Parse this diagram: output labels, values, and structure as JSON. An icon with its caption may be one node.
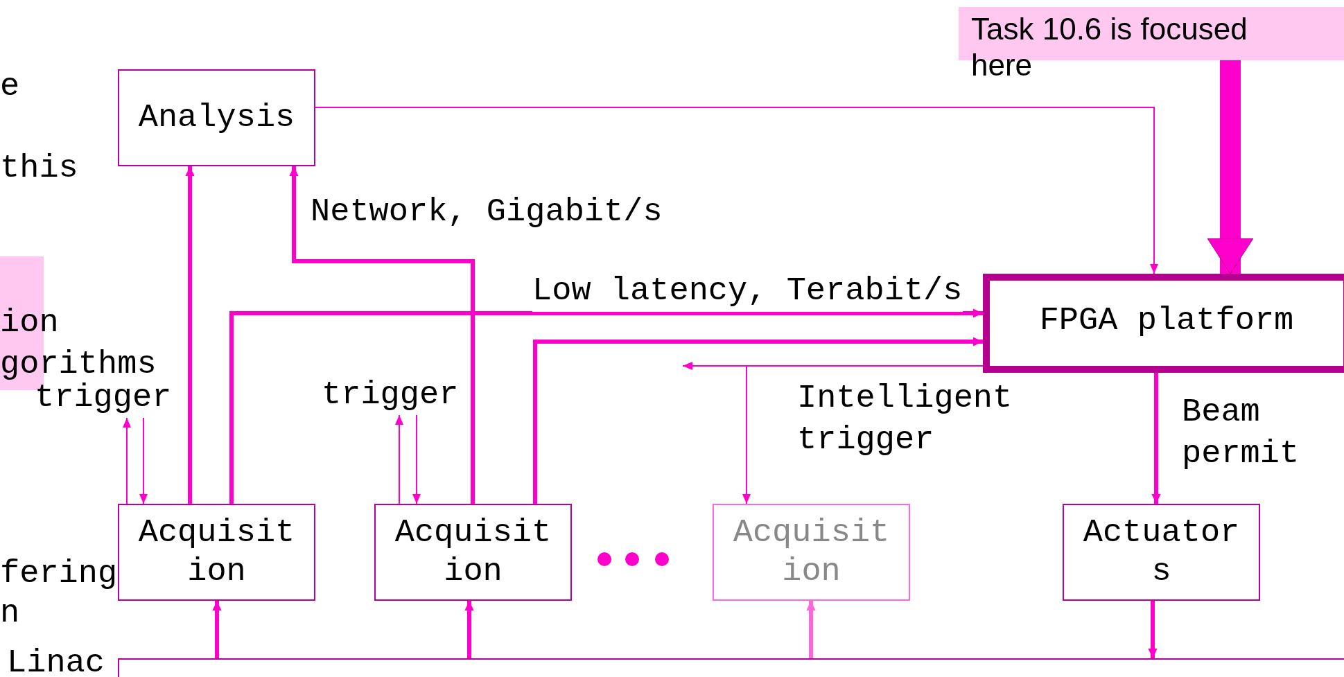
{
  "diagram": {
    "nodes": [
      {
        "text": [
          "Task 10.6 is focused here"
        ]
      },
      {
        "text": [
          "Analysis"
        ]
      },
      {
        "text": [
          "ion gorithms"
        ]
      },
      {
        "text": [
          "FPGA platform"
        ]
      },
      {
        "text": [
          "Acquisition"
        ]
      },
      {
        "text": [
          "Acquisition"
        ]
      },
      {
        "text": [
          "Acquisition"
        ]
      },
      {
        "text": [
          "Actuators"
        ]
      },
      {
        "text": [],
        "shape": "bar",
        "beside": [
          "Linac"
        ]
      },
      {
        "text": [
          "trigger"
        ]
      },
      {
        "text": [
          "trigger"
        ]
      }
    ],
    "edges": [
      {
        "from": 4,
        "to": 1,
        "arrow": "to"
      },
      {
        "from": 4,
        "to": 3,
        "arrow": "to",
        "label": "Low latency, Terabit/s"
      },
      {
        "from": 5,
        "to": 1,
        "arrow": "to",
        "label": "Network, Gigabit/s"
      },
      {
        "from": 5,
        "to": 3,
        "arrow": "to"
      },
      {
        "from": 3,
        "to": null,
        "arrow": "to"
      },
      {
        "from": 3,
        "to": 6,
        "arrow": "to",
        "label": "Intelligent trigger"
      },
      {
        "from": 1,
        "to": 3,
        "arrow": "to"
      },
      {
        "from": 0,
        "to": 3,
        "arrow": "to",
        "style": "thick"
      },
      {
        "from": 3,
        "to": 7,
        "arrow": "to",
        "label": "Beam permit"
      },
      {
        "from": 8,
        "to": 4,
        "arrow": "to"
      },
      {
        "from": 8,
        "to": 5,
        "arrow": "to"
      },
      {
        "from": 8,
        "to": 6,
        "arrow": "to",
        "color": "#ff66dd"
      },
      {
        "from": 7,
        "to": 8,
        "arrow": "to"
      },
      {
        "from": 9,
        "to": 4,
        "arrow": "to"
      },
      {
        "from": 4,
        "to": 9,
        "arrow": "to"
      },
      {
        "from": 10,
        "to": 5,
        "arrow": "to"
      },
      {
        "from": 5,
        "to": 10,
        "arrow": "to"
      }
    ],
    "labels": [
      "e",
      "this",
      "fering",
      "n"
    ]
  }
}
